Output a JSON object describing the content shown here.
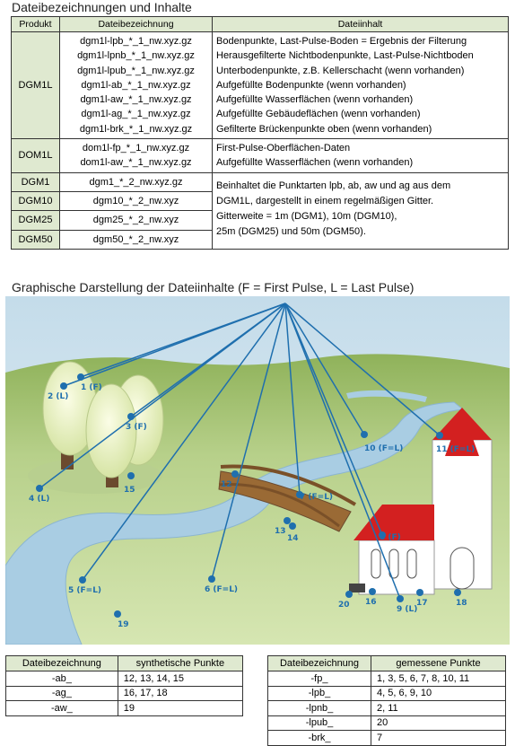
{
  "heading1": "Dateibezeichnungen und Inhalte",
  "top_table": {
    "headers": [
      "Produkt",
      "Dateibezeichnung",
      "Dateiinhalt"
    ],
    "groups": [
      {
        "product": "DGM1L",
        "files": [
          "dgm1l-lpb_*_1_nw.xyz.gz",
          "dgm1l-lpnb_*_1_nw.xyz.gz",
          "dgm1l-lpub_*_1_nw.xyz.gz",
          "dgm1l-ab_*_1_nw.xyz.gz",
          "dgm1l-aw_*_1_nw.xyz.gz",
          "dgm1l-ag_*_1_nw.xyz.gz",
          "dgm1l-brk_*_1_nw.xyz.gz"
        ],
        "contents": [
          "Bodenpunkte, Last-Pulse-Boden = Ergebnis der Filterung",
          "Herausgefilterte  Nichtbodenpunkte,  Last-Pulse-Nichtboden",
          "Unterbodenpunkte, z.B. Kellerschacht (wenn vorhanden)",
          "Aufgefüllte Bodenpunkte (wenn vorhanden)",
          "Aufgefüllte Wasserflächen (wenn vorhanden)",
          "Aufgefüllte Gebäudeflächen (wenn vorhanden)",
          "Gefilterte Brückenpunkte oben (wenn vorhanden)"
        ]
      },
      {
        "product": "DOM1L",
        "files": [
          "dom1l-fp_*_1_nw.xyz.gz",
          "dom1l-aw_*_1_nw.xyz.gz"
        ],
        "contents": [
          "First-Pulse-Oberflächen-Daten",
          "Aufgefüllte Wasserflächen (wenn vorhanden)"
        ]
      }
    ],
    "grid_rows": [
      {
        "product": "DGM1",
        "file": "dgm1_*_2_nw.xyz.gz"
      },
      {
        "product": "DGM10",
        "file": "dgm10_*_2_nw.xyz"
      },
      {
        "product": "DGM25",
        "file": "dgm25_*_2_nw.xyz"
      },
      {
        "product": "DGM50",
        "file": "dgm50_*_2_nw.xyz"
      }
    ],
    "grid_description": [
      "Beinhaltet die Punktarten lpb, ab, aw und ag aus dem",
      "DGM1L, dargestellt in einem regelmäßigen Gitter.",
      "Gitterweite = 1m (DGM1), 10m (DGM10),",
      "25m (DGM25) und 50m (DGM50)."
    ]
  },
  "heading2": "Graphische Darstellung der Dateiinhalte (F = First Pulse, L = Last Pulse)",
  "illustration": {
    "points": [
      {
        "label": "1 (F)"
      },
      {
        "label": "2 (L)"
      },
      {
        "label": "3 (F)"
      },
      {
        "label": "4 (L)"
      },
      {
        "label": "5 (F=L)"
      },
      {
        "label": "6 (F=L)"
      },
      {
        "label": "7 (F=L)"
      },
      {
        "label": "8 (F)"
      },
      {
        "label": "9 (L)"
      },
      {
        "label": "10 (F=L)"
      },
      {
        "label": "11 (F=L)"
      },
      {
        "label": "12"
      },
      {
        "label": "13"
      },
      {
        "label": "14"
      },
      {
        "label": "15"
      },
      {
        "label": "16"
      },
      {
        "label": "17"
      },
      {
        "label": "18"
      },
      {
        "label": "19"
      },
      {
        "label": "20"
      }
    ]
  },
  "synthetic_table": {
    "headers": [
      "Dateibezeichnung",
      "synthetische Punkte"
    ],
    "rows": [
      [
        "-ab_",
        "12, 13, 14, 15"
      ],
      [
        "-ag_",
        "16, 17, 18"
      ],
      [
        "-aw_",
        "19"
      ]
    ]
  },
  "measured_table": {
    "headers": [
      "Dateibezeichnung",
      "gemessene Punkte"
    ],
    "rows": [
      [
        "-fp_",
        "1, 3, 5, 6, 7, 8, 10, 11"
      ],
      [
        "-lpb_",
        "4, 5, 6, 9, 10"
      ],
      [
        "-lpnb_",
        "2, 11"
      ],
      [
        "-lpub_",
        "20"
      ],
      [
        "-brk_",
        "7"
      ]
    ]
  },
  "colors": {
    "header_fill": "#dfe9d0",
    "point_blue": "#1f6fae",
    "roof_red": "#d32020",
    "water": "#a9cde3",
    "meadow": "#a9c77a"
  }
}
